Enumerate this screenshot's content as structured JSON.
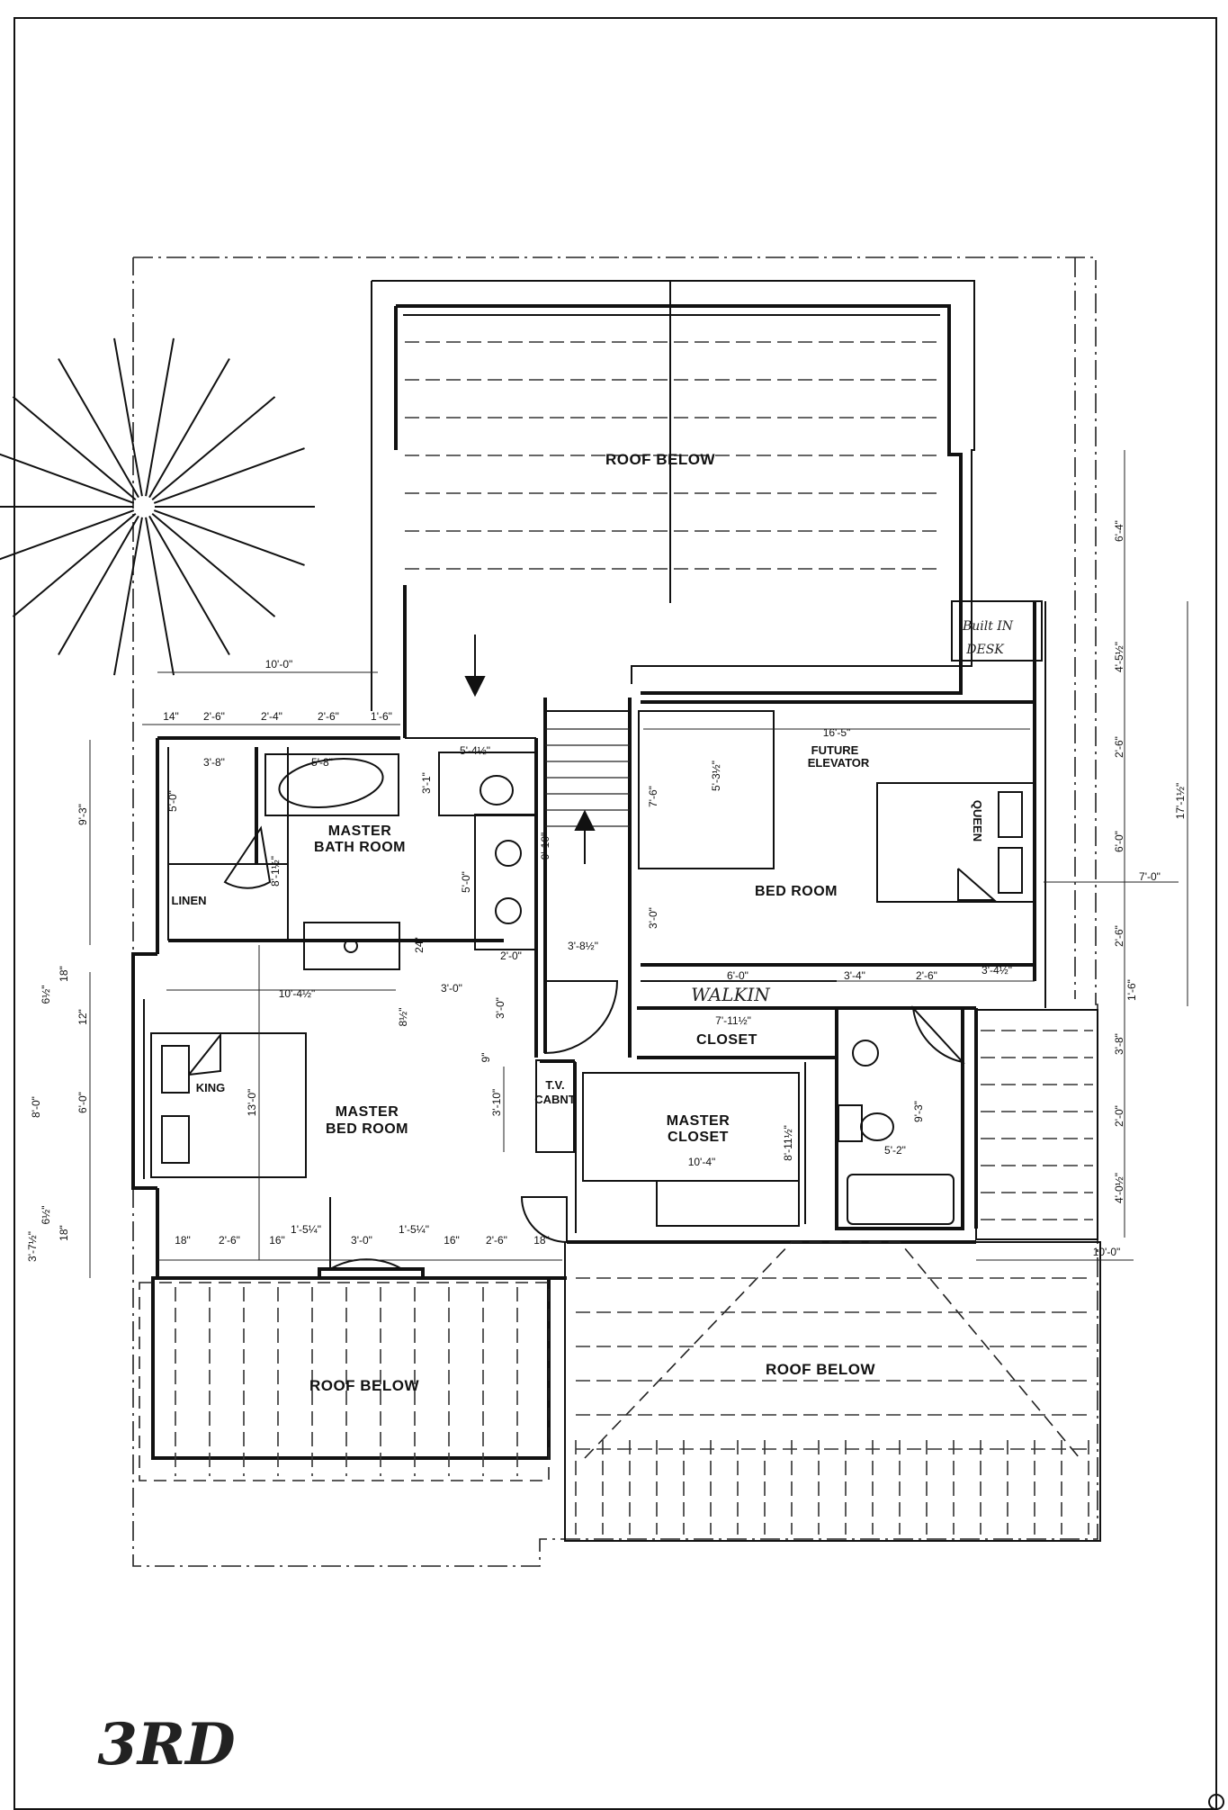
{
  "rooms": {
    "roof_top": "ROOF BELOW",
    "roof_left": "ROOF BELOW",
    "roof_right": "ROOF BELOW",
    "master_bath_1": "MASTER",
    "master_bath_2": "BATH ROOM",
    "master_bed_1": "MASTER",
    "master_bed_2": "BED ROOM",
    "bed_room": "BED ROOM",
    "master_closet_1": "MASTER",
    "master_closet_2": "CLOSET",
    "closet": "CLOSET",
    "linen": "LINEN",
    "tv_1": "T.V.",
    "tv_2": "CABNT",
    "king": "KING",
    "queen": "QUEEN",
    "elevator_1": "FUTURE",
    "elevator_2": "ELEVATOR",
    "walkin": "WALKIN",
    "desk_1": "Built IN",
    "desk_2": "DESK"
  },
  "dimensions": {
    "top_10": "10'-0\"",
    "d14": "14\"",
    "d26a": "2'-6\"",
    "d24": "2'-4\"",
    "d26b": "2'-6\"",
    "d16a": "1'-6\"",
    "d38": "3'-8\"",
    "d58": "5'-8\"",
    "d542": "5'-4½\"",
    "d50a": "5'-0\"",
    "d93": "9'-3\"",
    "d812": "8'-1½\"",
    "d50b": "5'-0\"",
    "d31": "3'-1\"",
    "d910": "9'-10\"",
    "d24b": "24\"",
    "d1642": "16'-5\"",
    "d532": "5'-3½\"",
    "d76": "7'-6\"",
    "d30": "3'-0\"",
    "d382": "3'-8½\"",
    "d20": "2'-0\"",
    "d1042": "10'-4½\"",
    "d30b": "3'-0\"",
    "d30c": "3'-0\"",
    "d9": "9\"",
    "d82": "8½\"",
    "d60": "6'-0\"",
    "d7112": "7'-11½\"",
    "d34": "3'-4\"",
    "d26c": "2'-6\"",
    "d3412": "3'-4½\"",
    "d152": "4'-5½\"",
    "d26d": "2'-6\"",
    "d60b": "6'-0\"",
    "d26e": "2'-6\"",
    "d16b": "1'-6\"",
    "d64": "6'-4\"",
    "d1712": "17'-1½\"",
    "d70": "7'-0\"",
    "d310": "3'-10\"",
    "d130": "13'-0\"",
    "d8112": "8'-11½\"",
    "d104": "10'-4\"",
    "d93b": "9'-3\"",
    "d52": "5'-2\"",
    "d38b": "3'-8\"",
    "d20b": "2'-0\"",
    "d402": "4'-0½\"",
    "d100": "10'-0\"",
    "d18a": "18\"",
    "d26f": "2'-6\"",
    "d16c": "16\"",
    "d154": "1'-5¼\"",
    "d30d": "3'-0\"",
    "d154b": "1'-5¼\"",
    "d16d": "16\"",
    "d26g": "2'-6\"",
    "d18b": "18\"",
    "d62a": "6½\"",
    "d18c": "18\"",
    "d12": "12\"",
    "d80": "8'-0\"",
    "d60c": "6'-0\"",
    "d62b": "6½\"",
    "d18d": "18\"",
    "d372": "3'-7½\""
  },
  "floor_label": "3RD",
  "colors": {
    "ink": "#111111",
    "paper": "#ffffff"
  }
}
